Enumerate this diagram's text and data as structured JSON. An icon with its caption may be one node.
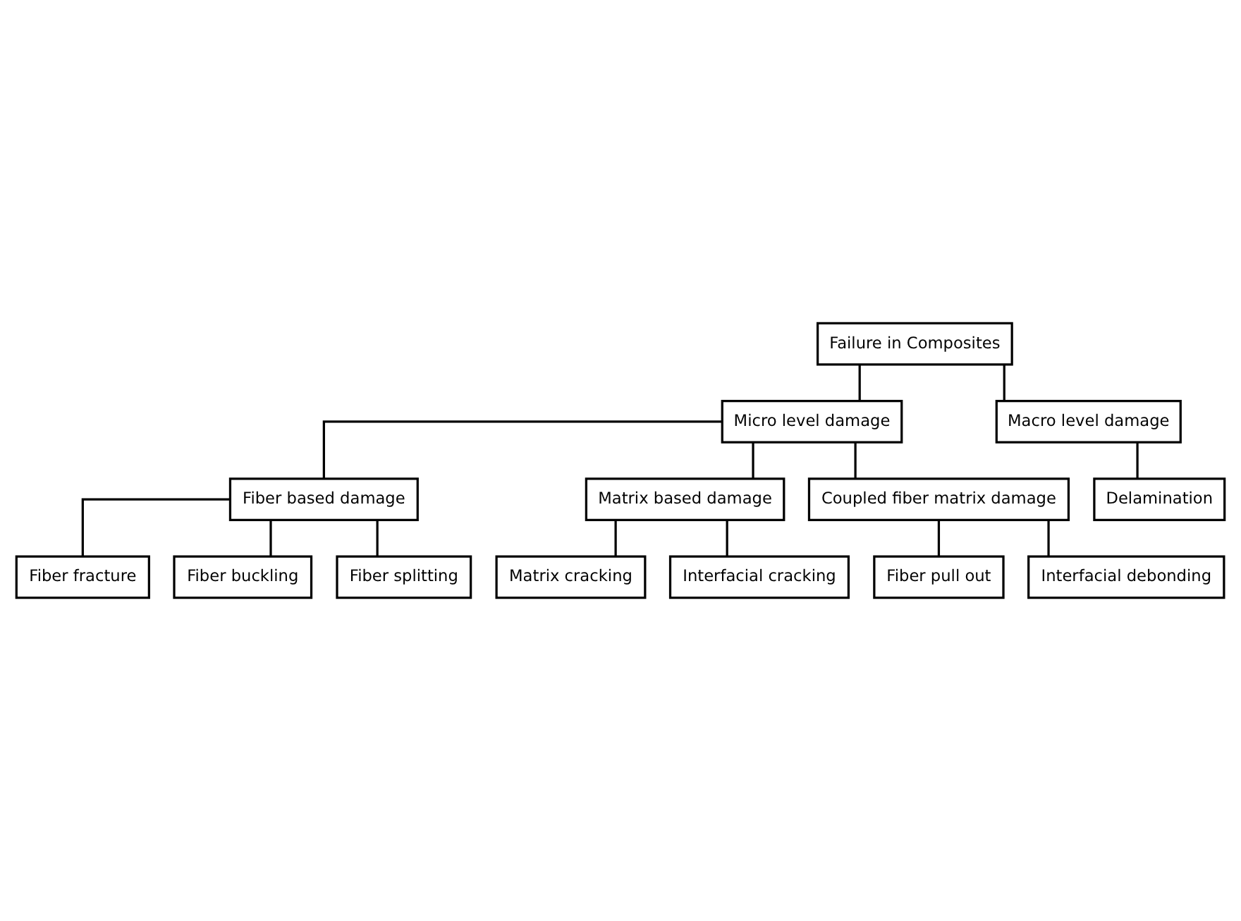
{
  "diagram": {
    "nodes": [
      {
        "text": [
          "Failure in Composites"
        ]
      },
      {
        "text": [
          "Micro level damage"
        ]
      },
      {
        "text": [
          "Macro level damage"
        ]
      },
      {
        "text": [
          "Fiber based damage"
        ]
      },
      {
        "text": [
          "Matrix based damage"
        ]
      },
      {
        "text": [
          "Coupled fiber matrix damage"
        ]
      },
      {
        "text": [
          "Fiber fracture"
        ]
      },
      {
        "text": [
          "Fiber buckling"
        ]
      },
      {
        "text": [
          "Fiber splitting"
        ]
      },
      {
        "text": [
          "Matrix cracking"
        ]
      },
      {
        "text": [
          "Interfacial cracking"
        ]
      },
      {
        "text": [
          "Fiber pull out"
        ]
      },
      {
        "text": [
          "Interfacial debonding"
        ]
      },
      {
        "text": [
          "Delamination"
        ]
      }
    ],
    "edges": [
      {
        "from": 0,
        "to": 1,
        "arrow": "none"
      },
      {
        "from": 0,
        "to": 2,
        "arrow": "none"
      },
      {
        "from": 1,
        "to": 3,
        "arrow": "none"
      },
      {
        "from": 1,
        "to": 4,
        "arrow": "none"
      },
      {
        "from": 1,
        "to": 5,
        "arrow": "none"
      },
      {
        "from": 3,
        "to": 6,
        "arrow": "none"
      },
      {
        "from": 3,
        "to": 7,
        "arrow": "none"
      },
      {
        "from": 3,
        "to": 8,
        "arrow": "none"
      },
      {
        "from": 4,
        "to": 9,
        "arrow": "none"
      },
      {
        "from": 4,
        "to": 10,
        "arrow": "none"
      },
      {
        "from": 5,
        "to": 11,
        "arrow": "none"
      },
      {
        "from": 5,
        "to": 12,
        "arrow": "none"
      },
      {
        "from": 2,
        "to": 13,
        "arrow": "none"
      }
    ]
  }
}
